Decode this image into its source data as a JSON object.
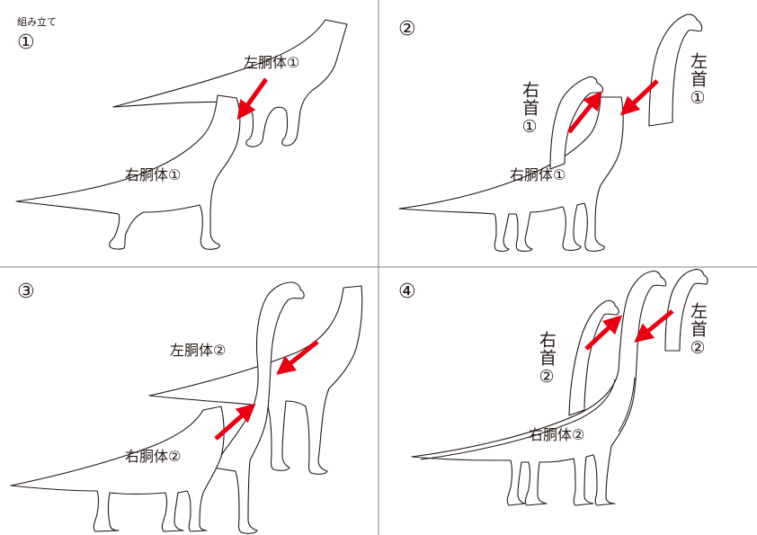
{
  "title": "組み立て",
  "panels": [
    {
      "step": "①",
      "left_body": "左胴体①",
      "right_body": "右胴体①"
    },
    {
      "step": "②",
      "right_neck": "右首①",
      "left_neck": "左首①",
      "right_body": "右胴体①"
    },
    {
      "step": "③",
      "left_body": "左胴体②",
      "right_body": "右胴体②"
    },
    {
      "step": "④",
      "right_neck": "右首②",
      "left_neck": "左首②",
      "right_body": "右胴体②"
    }
  ],
  "colors": {
    "arrow": "#e60012",
    "outline": "#231815",
    "divider": "#808080",
    "piece_fill": "#ffffff"
  }
}
